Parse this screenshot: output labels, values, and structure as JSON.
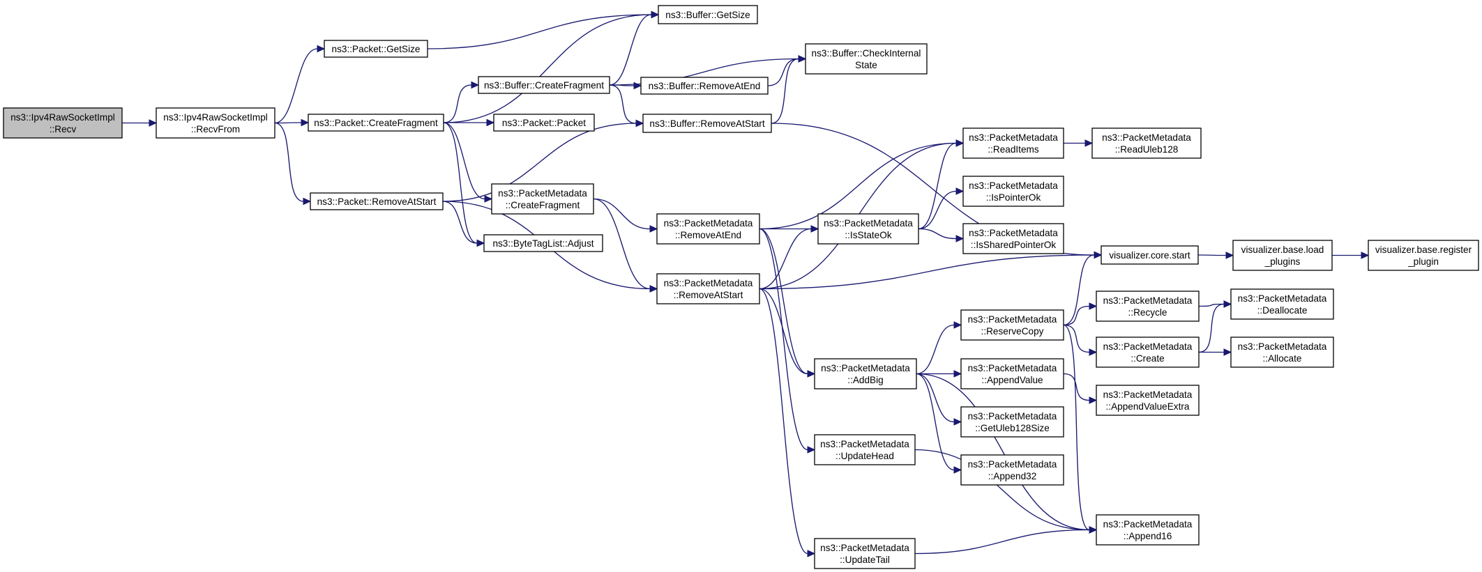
{
  "nodes": [
    {
      "id": "recv",
      "lines": [
        "ns3::Ipv4RawSocketImpl",
        "::Recv"
      ],
      "root": true
    },
    {
      "id": "recvfrom",
      "lines": [
        "ns3::Ipv4RawSocketImpl",
        "::RecvFrom"
      ]
    },
    {
      "id": "pkt_getsize",
      "lines": [
        "ns3::Packet::GetSize"
      ]
    },
    {
      "id": "pkt_createfragment",
      "lines": [
        "ns3::Packet::CreateFragment"
      ]
    },
    {
      "id": "pkt_removeatstart",
      "lines": [
        "ns3::Packet::RemoveAtStart"
      ]
    },
    {
      "id": "buf_getsize",
      "lines": [
        "ns3::Buffer::GetSize"
      ]
    },
    {
      "id": "buf_createfragment",
      "lines": [
        "ns3::Buffer::CreateFragment"
      ]
    },
    {
      "id": "pkt_packet",
      "lines": [
        "ns3::Packet::Packet"
      ]
    },
    {
      "id": "pm_createfragment",
      "lines": [
        "ns3::PacketMetadata",
        "::CreateFragment"
      ]
    },
    {
      "id": "btl_adjust",
      "lines": [
        "ns3::ByteTagList::Adjust"
      ]
    },
    {
      "id": "buf_checkinternal",
      "lines": [
        "ns3::Buffer::CheckInternal",
        "State"
      ]
    },
    {
      "id": "buf_removeatend",
      "lines": [
        "ns3::Buffer::RemoveAtEnd"
      ]
    },
    {
      "id": "buf_removeatstart",
      "lines": [
        "ns3::Buffer::RemoveAtStart"
      ]
    },
    {
      "id": "pm_removeatend",
      "lines": [
        "ns3::PacketMetadata",
        "::RemoveAtEnd"
      ]
    },
    {
      "id": "pm_removeatstart",
      "lines": [
        "ns3::PacketMetadata",
        "::RemoveAtStart"
      ]
    },
    {
      "id": "pm_readitems",
      "lines": [
        "ns3::PacketMetadata",
        "::ReadItems"
      ]
    },
    {
      "id": "pm_isstateok",
      "lines": [
        "ns3::PacketMetadata",
        "::IsStateOk"
      ]
    },
    {
      "id": "pm_addbig",
      "lines": [
        "ns3::PacketMetadata",
        "::AddBig"
      ]
    },
    {
      "id": "pm_updatehead",
      "lines": [
        "ns3::PacketMetadata",
        "::UpdateHead"
      ]
    },
    {
      "id": "pm_updatetail",
      "lines": [
        "ns3::PacketMetadata",
        "::UpdateTail"
      ]
    },
    {
      "id": "pm_readuleb128",
      "lines": [
        "ns3::PacketMetadata",
        "::ReadUleb128"
      ]
    },
    {
      "id": "pm_ispointerok",
      "lines": [
        "ns3::PacketMetadata",
        "::IsPointerOk"
      ]
    },
    {
      "id": "pm_issharedpointerok",
      "lines": [
        "ns3::PacketMetadata",
        "::IsSharedPointerOk"
      ]
    },
    {
      "id": "vis_core_start",
      "lines": [
        "visualizer.core.start"
      ]
    },
    {
      "id": "pm_reservecopy",
      "lines": [
        "ns3::PacketMetadata",
        "::ReserveCopy"
      ]
    },
    {
      "id": "pm_appendvalue",
      "lines": [
        "ns3::PacketMetadata",
        "::AppendValue"
      ]
    },
    {
      "id": "pm_getuleb128size",
      "lines": [
        "ns3::PacketMetadata",
        "::GetUleb128Size"
      ]
    },
    {
      "id": "pm_append32",
      "lines": [
        "ns3::PacketMetadata",
        "::Append32"
      ]
    },
    {
      "id": "pm_append16",
      "lines": [
        "ns3::PacketMetadata",
        "::Append16"
      ]
    },
    {
      "id": "vis_base_load",
      "lines": [
        "visualizer.base.load",
        "_plugins"
      ]
    },
    {
      "id": "vis_base_register",
      "lines": [
        "visualizer.base.register",
        "_plugin"
      ]
    },
    {
      "id": "pm_recycle",
      "lines": [
        "ns3::PacketMetadata",
        "::Recycle"
      ]
    },
    {
      "id": "pm_create",
      "lines": [
        "ns3::PacketMetadata",
        "::Create"
      ]
    },
    {
      "id": "pm_appendvalueextra",
      "lines": [
        "ns3::PacketMetadata",
        "::AppendValueExtra"
      ]
    },
    {
      "id": "pm_deallocate",
      "lines": [
        "ns3::PacketMetadata",
        "::Deallocate"
      ]
    },
    {
      "id": "pm_allocate",
      "lines": [
        "ns3::PacketMetadata",
        "::Allocate"
      ]
    }
  ],
  "edges": [
    [
      "recv",
      "recvfrom"
    ],
    [
      "recvfrom",
      "pkt_getsize"
    ],
    [
      "recvfrom",
      "pkt_createfragment"
    ],
    [
      "recvfrom",
      "pkt_removeatstart"
    ],
    [
      "pkt_getsize",
      "buf_getsize"
    ],
    [
      "pkt_createfragment",
      "buf_getsize"
    ],
    [
      "pkt_createfragment",
      "buf_createfragment"
    ],
    [
      "pkt_createfragment",
      "pkt_packet"
    ],
    [
      "pkt_createfragment",
      "pm_createfragment"
    ],
    [
      "pkt_createfragment",
      "btl_adjust"
    ],
    [
      "pkt_removeatstart",
      "buf_removeatstart"
    ],
    [
      "pkt_removeatstart",
      "btl_adjust"
    ],
    [
      "pkt_removeatstart",
      "pm_removeatstart"
    ],
    [
      "buf_createfragment",
      "buf_getsize"
    ],
    [
      "buf_createfragment",
      "buf_checkinternal"
    ],
    [
      "buf_createfragment",
      "buf_removeatend"
    ],
    [
      "buf_createfragment",
      "buf_removeatstart"
    ],
    [
      "buf_removeatend",
      "buf_checkinternal"
    ],
    [
      "buf_removeatstart",
      "buf_checkinternal"
    ],
    [
      "buf_removeatstart",
      "vis_core_start"
    ],
    [
      "pm_createfragment",
      "pm_removeatend"
    ],
    [
      "pm_createfragment",
      "pm_removeatstart"
    ],
    [
      "pm_removeatend",
      "pm_readitems"
    ],
    [
      "pm_removeatend",
      "pm_isstateok"
    ],
    [
      "pm_removeatend",
      "pm_addbig"
    ],
    [
      "pm_removeatend",
      "pm_updatehead"
    ],
    [
      "pm_removeatstart",
      "pm_readitems"
    ],
    [
      "pm_removeatstart",
      "pm_isstateok"
    ],
    [
      "pm_removeatstart",
      "vis_core_start"
    ],
    [
      "pm_removeatstart",
      "pm_addbig"
    ],
    [
      "pm_removeatstart",
      "pm_updatetail"
    ],
    [
      "pm_isstateok",
      "pm_readitems"
    ],
    [
      "pm_isstateok",
      "pm_ispointerok"
    ],
    [
      "pm_isstateok",
      "pm_issharedpointerok"
    ],
    [
      "pm_readitems",
      "pm_readuleb128"
    ],
    [
      "pm_addbig",
      "pm_reservecopy"
    ],
    [
      "pm_addbig",
      "pm_appendvalue"
    ],
    [
      "pm_addbig",
      "pm_getuleb128size"
    ],
    [
      "pm_addbig",
      "pm_append32"
    ],
    [
      "pm_addbig",
      "pm_append16"
    ],
    [
      "pm_updatehead",
      "pm_append16"
    ],
    [
      "pm_updatetail",
      "pm_append16"
    ],
    [
      "pm_reservecopy",
      "vis_core_start"
    ],
    [
      "pm_reservecopy",
      "pm_recycle"
    ],
    [
      "pm_reservecopy",
      "pm_create"
    ],
    [
      "pm_reservecopy",
      "pm_append16"
    ],
    [
      "pm_appendvalue",
      "pm_appendvalueextra"
    ],
    [
      "vis_core_start",
      "vis_base_load"
    ],
    [
      "vis_base_load",
      "vis_base_register"
    ],
    [
      "pm_recycle",
      "pm_deallocate"
    ],
    [
      "pm_create",
      "pm_deallocate"
    ],
    [
      "pm_create",
      "pm_allocate"
    ]
  ]
}
